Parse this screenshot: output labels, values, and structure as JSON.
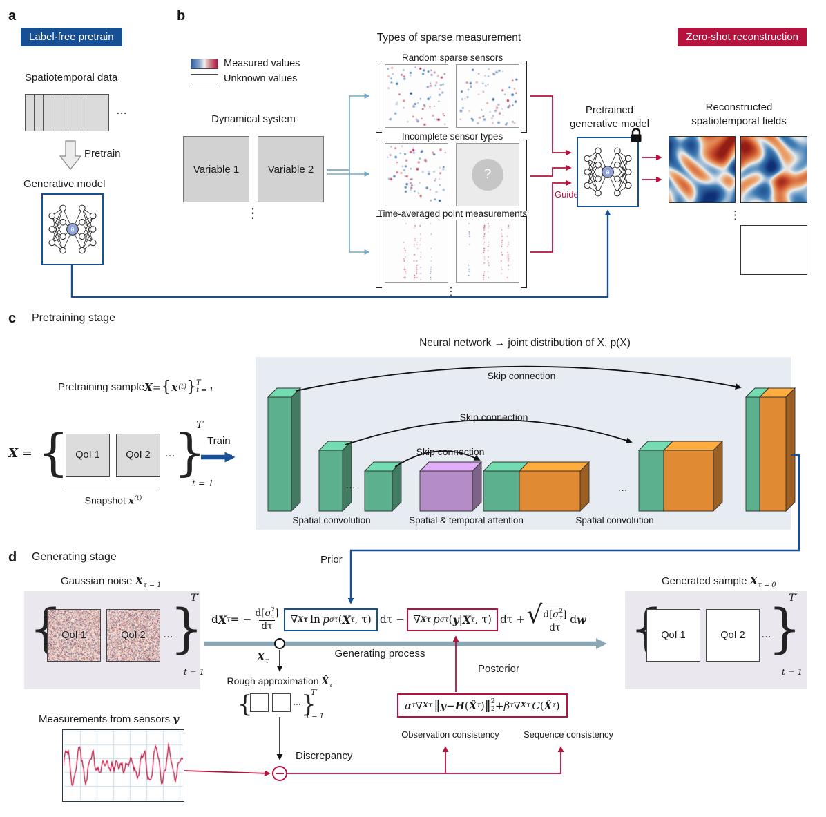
{
  "colors": {
    "accent_blue": "#164f94",
    "accent_red": "#b5123e",
    "arrow_teal": "#8ba7b5",
    "block_green": "#5cb08d",
    "block_orange": "#e08a34",
    "block_purple": "#b48cc6",
    "panel_blue": "#e7ecf2",
    "panel_purple": "#ebe7ef"
  },
  "common": {
    "theta": "θ",
    "qoi1": "QoI 1",
    "qoi2": "QoI 2",
    "hdots": "…",
    "vdots": "⋮",
    "brace_open": "{",
    "brace_close": "}",
    "sup_T": "T",
    "sup_Tprime": "T′",
    "sub_t1": "t = 1"
  },
  "a": {
    "panel_label": "a",
    "badge": "Label-free pretrain",
    "data_label": "Spatiotemporal data",
    "pretrain": "Pretrain",
    "gen_model": "Generative model"
  },
  "b": {
    "panel_label": "b",
    "badge": "Zero-shot reconstruction",
    "heading": "Types of sparse measurement",
    "legend_measured": "Measured values",
    "legend_unknown": "Unknown values",
    "dyn_system": "Dynamical system",
    "var1": "Variable 1",
    "var2": "Variable 2",
    "group1": "Random sparse sensors",
    "group2": "Incomplete sensor types",
    "group3": "Time-averaged point measurements",
    "qmark": "?",
    "guide": "Guide",
    "pretrained_line1": "Pretrained",
    "pretrained_line2": "generative model",
    "reconstructed_line1": "Reconstructed",
    "reconstructed_line2": "spatiotemporal fields"
  },
  "c": {
    "panel_label": "c",
    "title": "Pretraining stage",
    "nn_heading": "Neural network → joint distribution of X, p(X)",
    "sample_pre": "Pretraining sample ",
    "sample_X": "X",
    "sample_eq": " = ",
    "sample_x": "x",
    "sample_sup": "(t)",
    "X": "X",
    "eq": "=",
    "snapshot_pre": "Snapshot ",
    "snapshot_x": "x",
    "snapshot_sup": "(t)",
    "train": "Train",
    "skip": "Skip connection",
    "conv": "Spatial convolution",
    "attention": "Spatial & temporal attention"
  },
  "d": {
    "panel_label": "d",
    "title": "Generating stage",
    "prior": "Prior",
    "posterior": "Posterior",
    "gauss_pre": "Gaussian noise ",
    "gauss_X": "X",
    "gauss_sub": "τ = 1",
    "gen_pre": "Generated sample ",
    "gen_X": "X",
    "gen_sub": "τ = 0",
    "gen_process": "Generating process",
    "Xtau_X": "X",
    "Xtau_sub": "τ",
    "rough_pre": "Rough approximation ",
    "rough_X": "X̂",
    "rough_sub": "τ",
    "discrepancy": "Discrepancy",
    "measurements_pre": "Measurements from sensors ",
    "measurements_y": "y",
    "obs_label": "Observation consistency",
    "seq_label": "Sequence consistency",
    "sde": {
      "d1": "d",
      "X1": "X",
      "sub1": "τ",
      "eq": " = −",
      "ft_d": "d[",
      "ft_sigma": "σ",
      "ft_sup": "2",
      "ft_sub": "τ",
      "ft_cb": "]",
      "fb": "dτ",
      "nabla": "∇",
      "nabla_sub": "Xτ",
      "ln": "ln",
      "p": "p",
      "p_sub": "στ",
      "open": "(",
      "Xa": "X",
      "Xa_sub": "τ",
      "close": ", τ)",
      "y": "y",
      "bar": "|",
      "dtm": "dτ −",
      "dtp": "dτ +",
      "dwd": "d",
      "dww": "w"
    },
    "cons": {
      "alpha": "α",
      "alpha_sub": "τ",
      "nabla": "∇",
      "nabla_sub": "Xτ",
      "norm": "‖",
      "y": "y",
      "minus": " − ",
      "H": "H",
      "open": "(",
      "Xhat": "X̂",
      "Xhat_sub": "τ",
      "close": ")",
      "norm_sup": "2",
      "norm_sub": "2",
      "plus": " + ",
      "beta": "β",
      "beta_sub": "τ",
      "C": "C"
    }
  }
}
